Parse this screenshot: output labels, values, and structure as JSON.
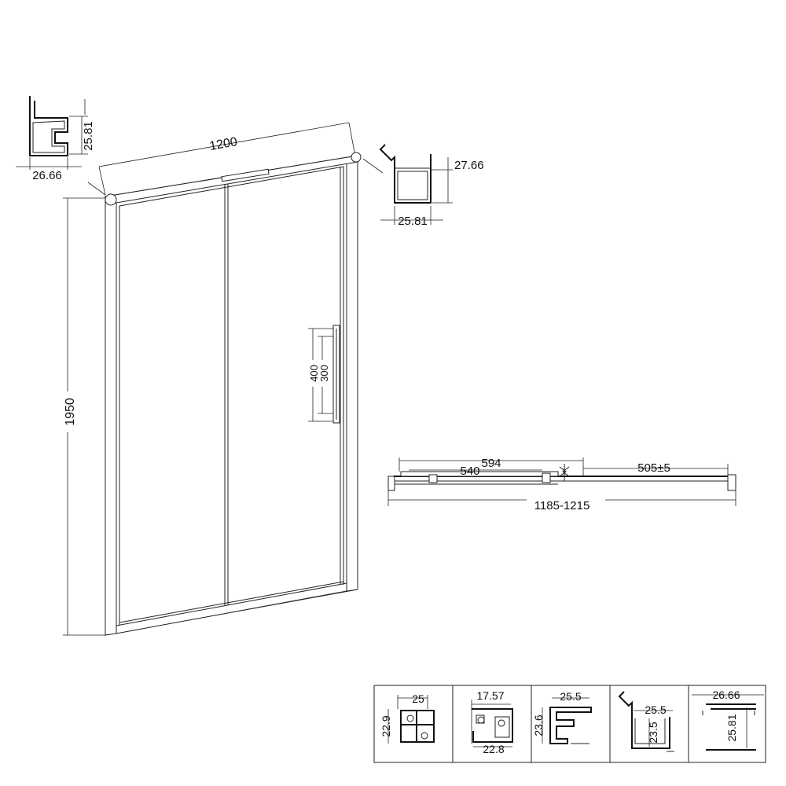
{
  "main_view": {
    "width_label": "1200",
    "height_label": "1950",
    "handle_outer_label": "400",
    "handle_inner_label": "300"
  },
  "profile_top_left": {
    "height_label": "25.81",
    "width_label": "26.66"
  },
  "profile_top_right": {
    "height_label": "27.66",
    "width_label": "25.81"
  },
  "plan_view": {
    "panel_label": "594",
    "glass_label": "540",
    "opening_label": "505±5",
    "total_label": "1185-1215"
  },
  "profiles_row": [
    {
      "top": "25",
      "side": "22.9"
    },
    {
      "top": "17.57",
      "bottom": "22.8"
    },
    {
      "top": "25.5",
      "side": "23.6"
    },
    {
      "top": "25.5",
      "side": "23.5"
    },
    {
      "top": "26.66",
      "side": "25.81"
    }
  ]
}
